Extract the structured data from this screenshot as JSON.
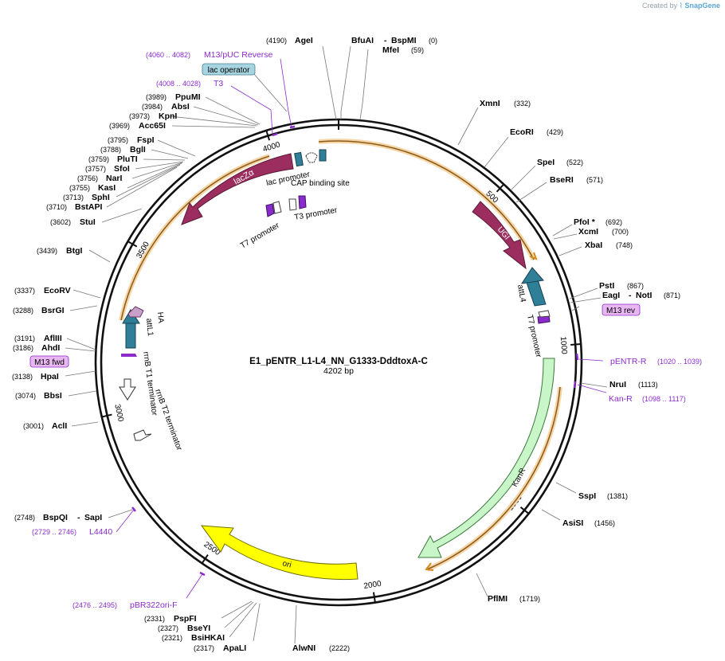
{
  "credit": {
    "prefix": "Created by",
    "brand": "SnapGene"
  },
  "plasmid": {
    "name": "E1_pENTR_L1-L4_NN_G1333-DddtoxA-C",
    "size_label": "4202 bp",
    "length": 4202
  },
  "ruler_ticks": [
    {
      "pos": 0,
      "label": ""
    },
    {
      "pos": 500,
      "label": "500"
    },
    {
      "pos": 1000,
      "label": "1000"
    },
    {
      "pos": 1500,
      "label": "1500"
    },
    {
      "pos": 2000,
      "label": "2000"
    },
    {
      "pos": 2500,
      "label": "2500"
    },
    {
      "pos": 3000,
      "label": "3000"
    },
    {
      "pos": 3500,
      "label": "3500"
    },
    {
      "pos": 4000,
      "label": "4000"
    }
  ],
  "sites": [
    {
      "id": "ageI",
      "name": "AgeI",
      "pos_text": "(4190)"
    },
    {
      "id": "bfuai",
      "name": "BfuAI",
      "name2": "BspMI",
      "pos_text": "(0)"
    },
    {
      "id": "mfei",
      "name": "MfeI",
      "pos_text": "(59)"
    },
    {
      "id": "xmni",
      "name": "XmnI",
      "pos_text": "(332)"
    },
    {
      "id": "ecori",
      "name": "EcoRI",
      "pos_text": "(429)"
    },
    {
      "id": "spei",
      "name": "SpeI",
      "pos_text": "(522)"
    },
    {
      "id": "bseri",
      "name": "BseRI",
      "pos_text": "(571)"
    },
    {
      "id": "pfoi",
      "name": "PfoI *",
      "pos_text": "(692)"
    },
    {
      "id": "xcmi",
      "name": "XcmI",
      "pos_text": "(700)"
    },
    {
      "id": "xbai",
      "name": "XbaI",
      "pos_text": "(748)"
    },
    {
      "id": "psti",
      "name": "PstI",
      "pos_text": "(867)"
    },
    {
      "id": "eagi",
      "name": "EagI",
      "name2": "NotI",
      "pos_text": "(871)"
    },
    {
      "id": "nrui",
      "name": "NruI",
      "pos_text": "(1113)"
    },
    {
      "id": "sspi",
      "name": "SspI",
      "pos_text": "(1381)"
    },
    {
      "id": "asisi",
      "name": "AsiSI",
      "pos_text": "(1456)"
    },
    {
      "id": "pflmi",
      "name": "PflMI",
      "pos_text": "(1719)"
    },
    {
      "id": "alwni",
      "name": "AlwNI",
      "pos_text": "(2222)"
    },
    {
      "id": "apali",
      "name": "ApaLI",
      "pos_text": "(2317)"
    },
    {
      "id": "bsihkai",
      "name": "BsiHKAI",
      "pos_text": "(2321)"
    },
    {
      "id": "bseyi",
      "name": "BseYI",
      "pos_text": "(2327)"
    },
    {
      "id": "pspfi",
      "name": "PspFI",
      "pos_text": "(2331)"
    },
    {
      "id": "bspqi",
      "name": "BspQI",
      "name2": "SapI",
      "pos_text": "(2748)"
    },
    {
      "id": "acli",
      "name": "AclI",
      "pos_text": "(3001)"
    },
    {
      "id": "bbsi",
      "name": "BbsI",
      "pos_text": "(3074)"
    },
    {
      "id": "hpai",
      "name": "HpaI",
      "pos_text": "(3138)"
    },
    {
      "id": "ahdi",
      "name": "AhdI",
      "pos_text": "(3186)"
    },
    {
      "id": "aflii",
      "name": "AflIII",
      "pos_text": "(3191)"
    },
    {
      "id": "bsrgi",
      "name": "BsrGI",
      "pos_text": "(3288)"
    },
    {
      "id": "ecorv",
      "name": "EcoRV",
      "pos_text": "(3337)"
    },
    {
      "id": "btgi",
      "name": "BtgI",
      "pos_text": "(3439)"
    },
    {
      "id": "stui",
      "name": "StuI",
      "pos_text": "(3602)"
    },
    {
      "id": "bstapi",
      "name": "BstAPI",
      "pos_text": "(3710)"
    },
    {
      "id": "sphi",
      "name": "SphI",
      "pos_text": "(3713)"
    },
    {
      "id": "kasi",
      "name": "KasI",
      "pos_text": "(3755)"
    },
    {
      "id": "nari",
      "name": "NarI",
      "pos_text": "(3756)"
    },
    {
      "id": "sfoi",
      "name": "SfoI",
      "pos_text": "(3757)"
    },
    {
      "id": "pluti",
      "name": "PluTI",
      "pos_text": "(3759)"
    },
    {
      "id": "bgli",
      "name": "BglI",
      "pos_text": "(3788)"
    },
    {
      "id": "fspi",
      "name": "FspI",
      "pos_text": "(3795)"
    },
    {
      "id": "acc65i",
      "name": "Acc65I",
      "pos_text": "(3969)"
    },
    {
      "id": "kpni",
      "name": "KpnI",
      "pos_text": "(3973)"
    },
    {
      "id": "absi",
      "name": "AbsI",
      "pos_text": "(3984)"
    },
    {
      "id": "ppumi",
      "name": "PpuMI",
      "pos_text": "(3989)"
    }
  ],
  "primers": [
    {
      "id": "m13puc",
      "name": "M13/pUC Reverse",
      "range_text": "(4060 .. 4082)"
    },
    {
      "id": "t3",
      "name": "T3",
      "range_text": "(4008 .. 4028)"
    },
    {
      "id": "pentrr",
      "name": "pENTR-R",
      "range_text": "(1020 .. 1039)"
    },
    {
      "id": "kanr",
      "name": "Kan-R",
      "range_text": "(1098 .. 1117)"
    },
    {
      "id": "l4440",
      "name": "L4440",
      "range_text": "(2729 .. 2746)"
    },
    {
      "id": "pbr322",
      "name": "pBR322ori-F",
      "range_text": "(2476 .. 2495)"
    }
  ],
  "boxed_labels": {
    "lac_operator": "lac operator",
    "m13_rev": "M13 rev",
    "m13_fwd": "M13 fwd"
  },
  "features": {
    "lacZa": "lacZα",
    "UGI": "UGI",
    "KanR": "KanR",
    "ori": "ori",
    "lac_promoter": "lac promoter",
    "cap_site": "CAP binding site",
    "t7_promoter_top": "T7 promoter",
    "t3_promoter": "T3 promoter",
    "attL4": "attL4",
    "t7_promoter_right": "T7 promoter",
    "attL1": "attL1",
    "HA": "HA",
    "rrnB_T1": "rrnB T1 terminator",
    "rrnB_T2": "rrnB T2 terminator"
  },
  "colors": {
    "backbone": "#111111",
    "lacZa": "#9b2e5e",
    "UGI": "#9b2e5e",
    "KanR": "#c9f6c9",
    "ori": "#ffff00",
    "orf_arc": "#e8a33c",
    "primer": "#8a2bcc",
    "attL": "#2f7f99",
    "HA": "#c9a0c8",
    "box_lac": "#a6d4e0",
    "box_m13": "#e8b7f2",
    "promoter_purple": "#8a2bcc"
  }
}
